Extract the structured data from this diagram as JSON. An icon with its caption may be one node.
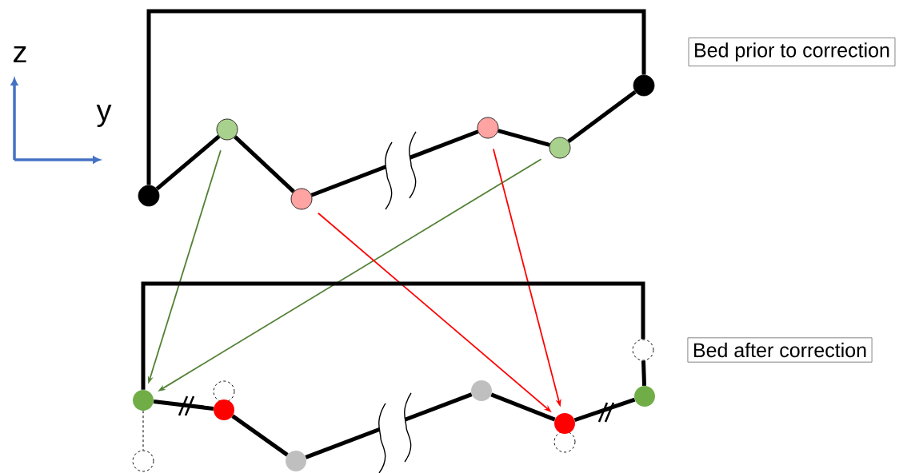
{
  "diagram": {
    "nodes": [
      {
        "text": [
          "Bed prior to correction"
        ]
      },
      {
        "text": [],
        "shape": "circle"
      },
      {
        "text": [],
        "shape": "circle"
      },
      {
        "text": [],
        "shape": "circle"
      },
      {
        "text": [],
        "shape": "circle"
      },
      {
        "text": [],
        "shape": "circle"
      },
      {
        "text": [],
        "shape": "circle"
      },
      {
        "text": [
          "Bed after correction"
        ]
      },
      {
        "text": [],
        "shape": "circle"
      },
      {
        "text": [],
        "shape": "circle"
      },
      {
        "text": [],
        "shape": "circle"
      },
      {
        "text": [],
        "shape": "circle"
      },
      {
        "text": [],
        "shape": "circle"
      },
      {
        "text": [],
        "shape": "circle"
      },
      {
        "text": [],
        "shape": "circle"
      },
      {
        "text": [],
        "shape": "circle"
      },
      {
        "text": [],
        "shape": "circle"
      },
      {
        "text": [],
        "shape": "circle"
      }
    ],
    "edges": [
      {
        "from": 1,
        "to": 6,
        "arrow": "none"
      },
      {
        "from": 1,
        "to": 2,
        "arrow": "none"
      },
      {
        "from": 2,
        "to": 3,
        "arrow": "none"
      },
      {
        "from": 3,
        "to": 4,
        "arrow": "none"
      },
      {
        "from": 4,
        "to": 5,
        "arrow": "none"
      },
      {
        "from": 5,
        "to": 6,
        "arrow": "none"
      },
      {
        "from": 2,
        "to": 9,
        "arrow": "to",
        "color": "#538135"
      },
      {
        "from": 5,
        "to": 9,
        "arrow": "to",
        "color": "#538135"
      },
      {
        "from": 3,
        "to": 15,
        "arrow": "to",
        "color": "#ff0000"
      },
      {
        "from": 4,
        "to": 15,
        "arrow": "to",
        "color": "#ff0000"
      },
      {
        "from": 9,
        "to": 8,
        "arrow": "none"
      },
      {
        "from": 8,
        "to": 16,
        "arrow": "none"
      },
      {
        "from": 9,
        "to": 11,
        "arrow": "none"
      },
      {
        "from": 11,
        "to": 12,
        "arrow": "none"
      },
      {
        "from": 12,
        "to": 13,
        "arrow": "none"
      },
      {
        "from": 13,
        "to": 15,
        "arrow": "none"
      },
      {
        "from": 15,
        "to": 16,
        "arrow": "none"
      },
      {
        "from": 9,
        "to": 17,
        "arrow": "none",
        "style": "dashed"
      }
    ],
    "labels": [
      "z",
      "y"
    ]
  }
}
